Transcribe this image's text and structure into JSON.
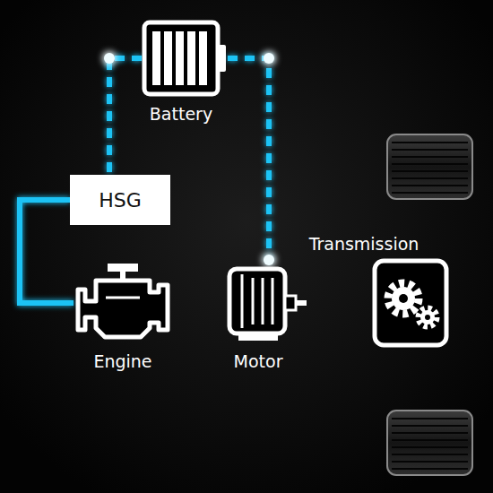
{
  "diagram": {
    "nodes": [
      {
        "text": [
          "Battery"
        ]
      },
      {
        "text": [
          "HSG"
        ]
      },
      {
        "text": [
          "Engine"
        ]
      },
      {
        "text": [
          "Motor"
        ]
      },
      {
        "text": [
          "Transmission"
        ]
      }
    ],
    "edges": [
      {
        "from": 0,
        "to": 1,
        "arrow": "none"
      },
      {
        "from": 0,
        "to": 3,
        "arrow": "none"
      },
      {
        "from": 1,
        "to": 2,
        "arrow": "none"
      },
      {
        "from": 2,
        "to": 3,
        "arrow": "none"
      },
      {
        "from": 3,
        "to": 4,
        "arrow": "none"
      }
    ]
  }
}
